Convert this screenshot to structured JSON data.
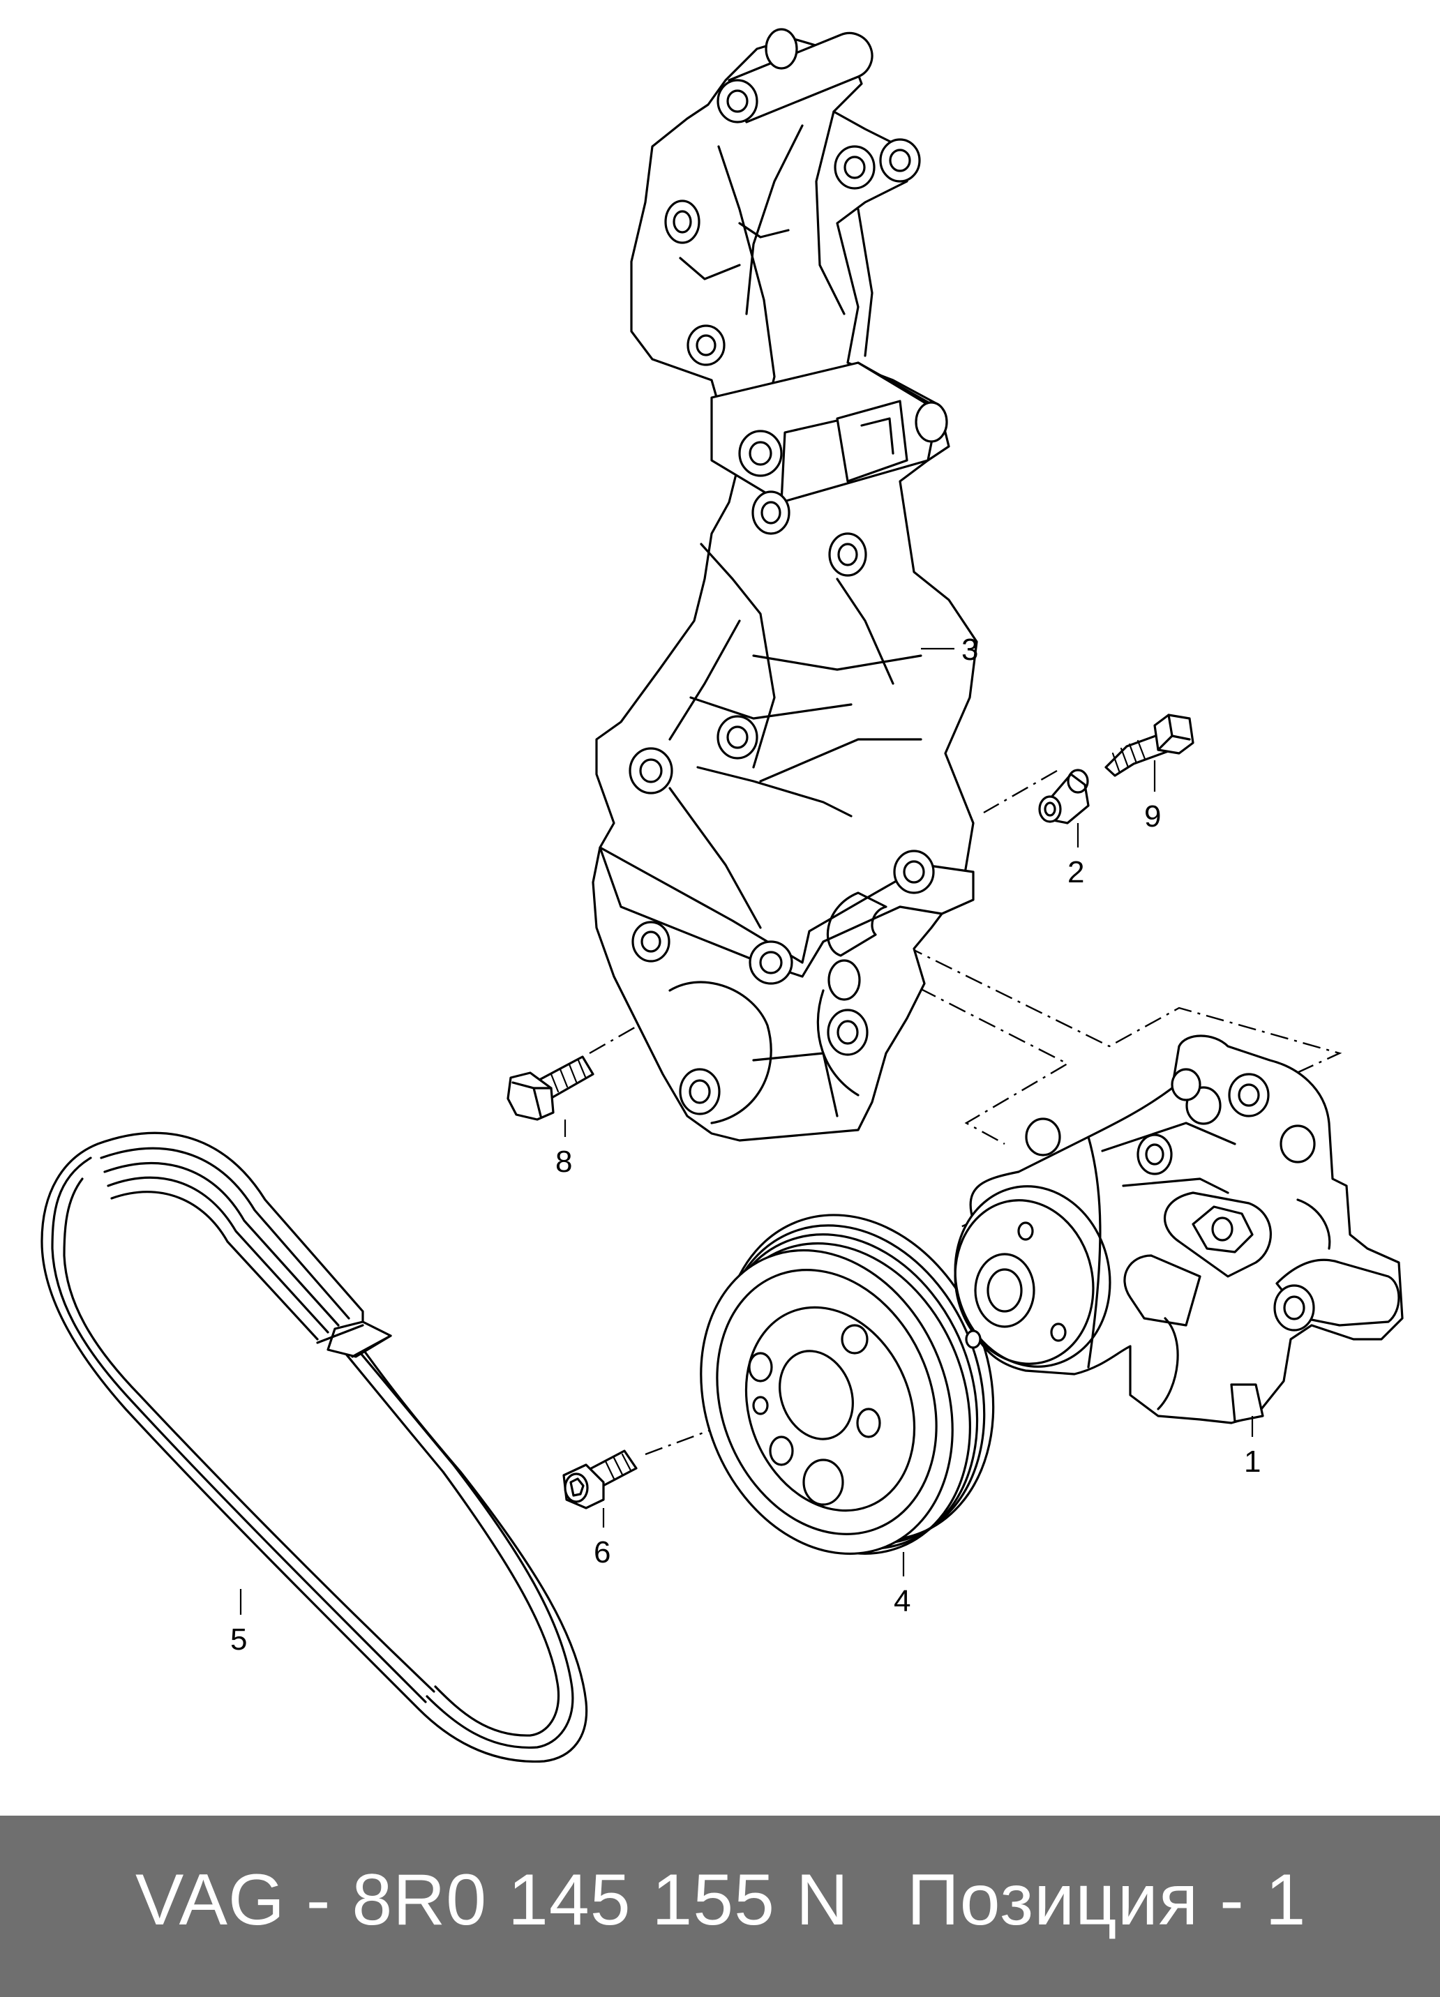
{
  "callouts": [
    {
      "id": "1",
      "label": "1"
    },
    {
      "id": "2",
      "label": "2"
    },
    {
      "id": "3",
      "label": "3"
    },
    {
      "id": "4",
      "label": "4"
    },
    {
      "id": "5",
      "label": "5"
    },
    {
      "id": "6",
      "label": "6"
    },
    {
      "id": "8",
      "label": "8"
    },
    {
      "id": "9",
      "label": "9"
    }
  ],
  "parts": {
    "power_steering_pump": "1",
    "spacer_sleeve": "2",
    "mounting_bracket": "3",
    "pulley": "4",
    "ribbed_v_belt": "5",
    "pulley_bolt": "6",
    "bracket_bolt": "8",
    "sleeve_bolt": "9"
  },
  "caption": {
    "part_number": "VAG - 8R0 145 155 N",
    "position": "Позиция - 1",
    "background_color": "#6f6f6f",
    "text_color": "#ffffff"
  }
}
